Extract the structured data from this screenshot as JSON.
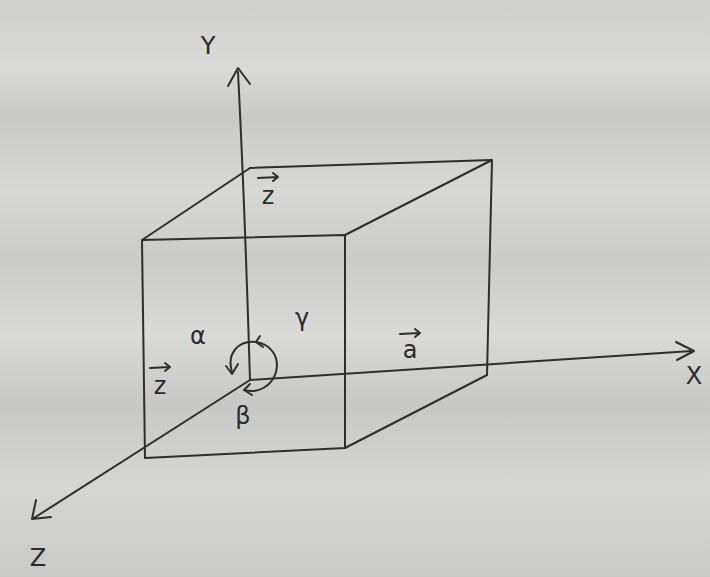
{
  "diagram": {
    "labels": [
      "Y",
      "z",
      "α",
      "γ",
      "z",
      "a",
      "X",
      "β",
      "Z"
    ]
  }
}
